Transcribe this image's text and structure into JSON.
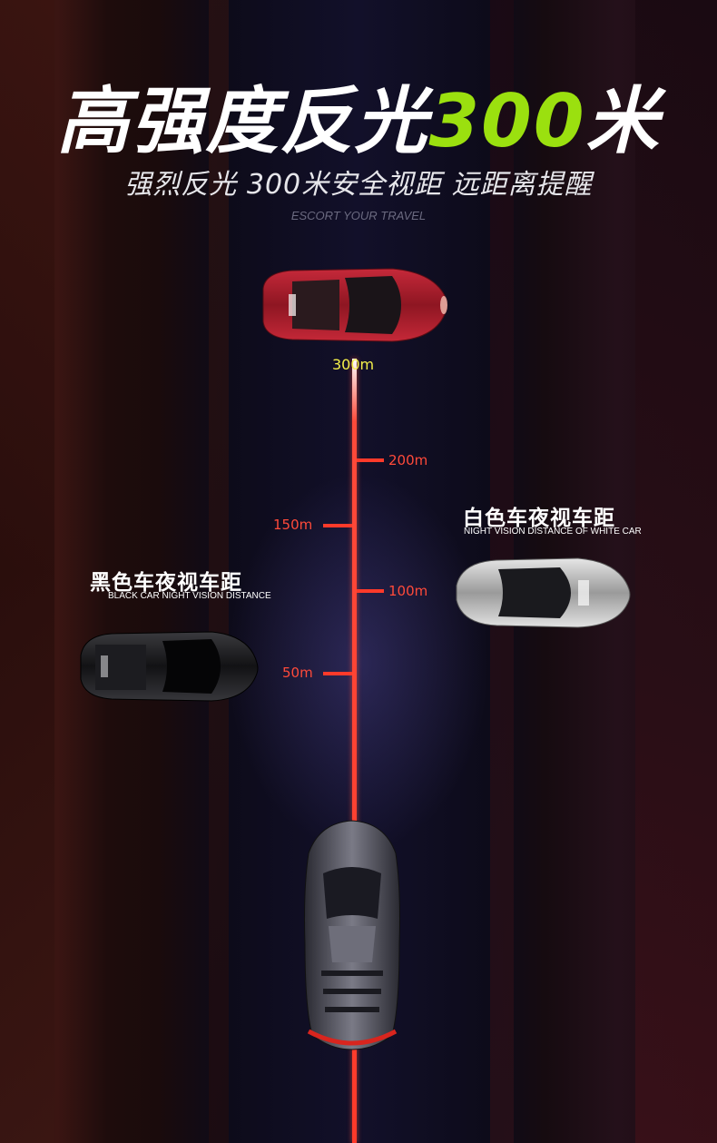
{
  "headline": {
    "text": "高强度反光",
    "highlight": "300",
    "suffix": "米"
  },
  "subtitle": "强烈反光 300米安全视距 远距离提醒",
  "tagline": "ESCORT YOUR TRAVEL",
  "markers": {
    "m300": "300m",
    "m200": "200m",
    "m150": "150m",
    "m100": "100m",
    "m50": "50m"
  },
  "white_car_caption": {
    "title": "白色车夜视车距",
    "subtitle": "NIGHT VISION DISTANCE OF WHITE CAR"
  },
  "black_car_caption": {
    "title": "黑色车夜视车距",
    "subtitle": "BLACK CAR NIGHT VISION DISTANCE"
  },
  "colors": {
    "accent": "#9be00f",
    "marker": "#ff3a2a",
    "marker_300": "#f4f04a"
  },
  "icons": [
    "red-car-icon",
    "white-car-icon",
    "black-car-icon",
    "gray-car-icon"
  ]
}
